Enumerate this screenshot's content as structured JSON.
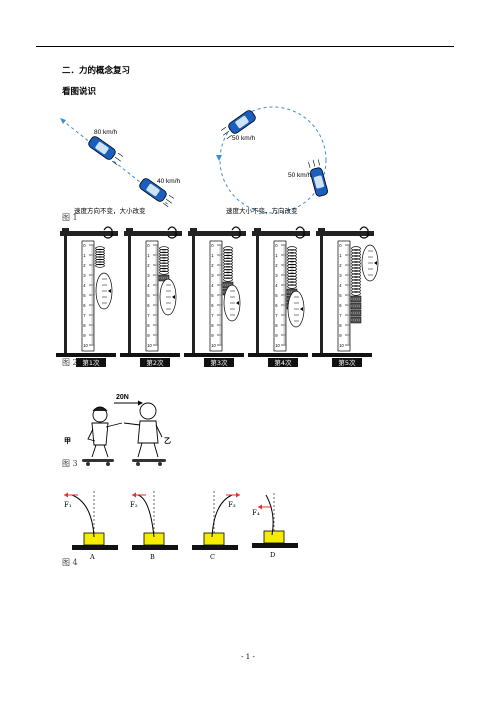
{
  "header": {
    "section_title": "二．力的概念复习",
    "subsection_title": "看图说识"
  },
  "figure1": {
    "label": "图 1",
    "speed_a": "80 km/h",
    "speed_b": "40 km/h",
    "speed_c": "50 km/h",
    "speed_d": "50 km/h",
    "caption_left": "速度方向不变，大小改变",
    "caption_right": "速度大小不变，方向改变"
  },
  "figure2": {
    "label": "图 2",
    "trials": [
      "第1次",
      "第2次",
      "第3次",
      "第4次",
      "第5次"
    ],
    "ticks": [
      "0",
      "1",
      "2",
      "3",
      "4",
      "5",
      "6",
      "7",
      "8",
      "9",
      "10"
    ],
    "masses": [
      0,
      1,
      2,
      3,
      4
    ]
  },
  "figure3": {
    "label": "图 3",
    "force": "20N",
    "person_a": "甲",
    "person_b": "乙"
  },
  "figure4": {
    "label": "图 4",
    "forces": [
      "F₁",
      "F₂",
      "F₃",
      "F₄"
    ],
    "options": [
      "A",
      "B",
      "C",
      "D"
    ],
    "block_color": "#f5ec00"
  },
  "footer": {
    "page_number": "- 1 -"
  }
}
